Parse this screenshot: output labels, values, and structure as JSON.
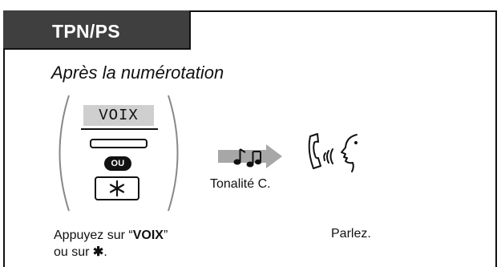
{
  "header": {
    "title": "TPN/PS"
  },
  "subtitle": "Après la numérotation",
  "step1": {
    "soft_key_label": "VOIX",
    "ou_label": "OU",
    "star_key_label": "✱",
    "caption_pre": "Appuyez sur “",
    "caption_bold": "VOIX",
    "caption_mid": "”",
    "caption_line2_pre": "ou sur ",
    "caption_line2_star": "✱",
    "caption_line2_post": "."
  },
  "step2": {
    "tone_label": "Tonalité C."
  },
  "step3": {
    "caption": "Parlez."
  },
  "icons": {
    "tone": "music-note-arrow-icon",
    "talk": "handset-speaking-icon"
  },
  "colors": {
    "header_bg": "#3f3f3f",
    "header_text": "#ffffff",
    "softkey_bg": "#cfcfcf"
  }
}
